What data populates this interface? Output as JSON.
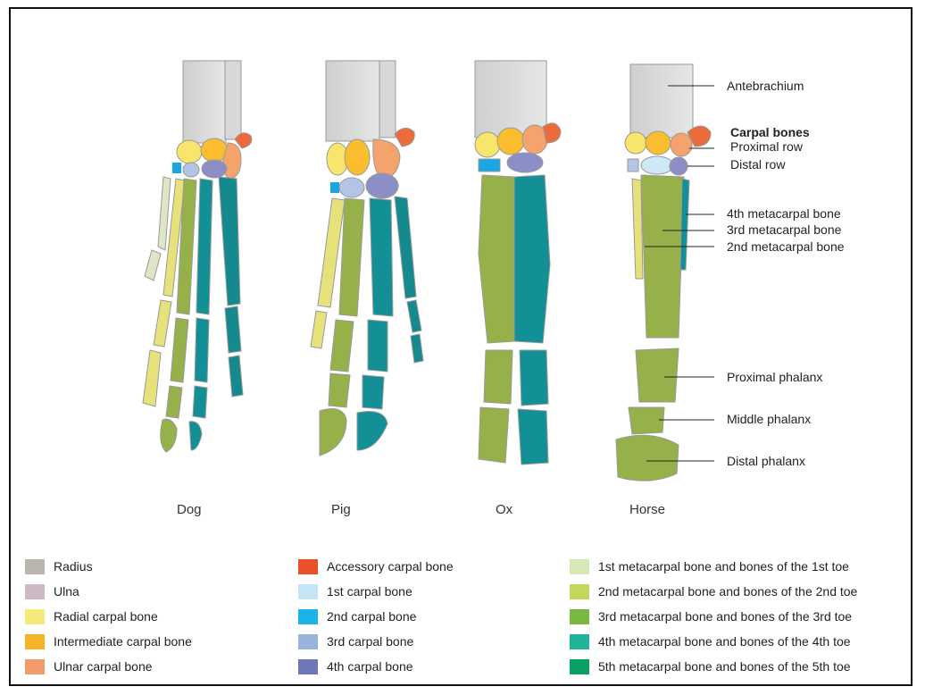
{
  "species": [
    "Dog",
    "Pig",
    "Ox",
    "Horse"
  ],
  "callouts": {
    "antebrachium": "Antebrachium",
    "carpal_bones": "Carpal bones",
    "proximal_row": "Proximal row",
    "distal_row": "Distal row",
    "mc4": "4th metacarpal bone",
    "mc3": "3rd metacarpal bone",
    "mc2": "2nd metacarpal bone",
    "proximal_phalanx": "Proximal phalanx",
    "middle_phalanx": "Middle phalanx",
    "distal_phalanx": "Distal phalanx"
  },
  "legend": [
    {
      "label": "Radius",
      "color": "#b9b7ab"
    },
    {
      "label": "Ulna",
      "color": "#cdb9c6"
    },
    {
      "label": "Radial carpal bone",
      "color": "#f4ea7c"
    },
    {
      "label": "Intermediate carpal bone",
      "color": "#f6b228"
    },
    {
      "label": "Ulnar carpal bone",
      "color": "#f29a6a"
    },
    {
      "label": "Accessory carpal bone",
      "color": "#e9512a"
    },
    {
      "label": "1st carpal bone",
      "color": "#c5e5f6"
    },
    {
      "label": "2nd carpal bone",
      "color": "#19b3ea"
    },
    {
      "label": "3rd carpal bone",
      "color": "#98b4dc"
    },
    {
      "label": "4th carpal bone",
      "color": "#6f77b6"
    },
    {
      "label": "1st metacarpal bone and bones of the 1st toe",
      "color": "#d6e8b4"
    },
    {
      "label": "2nd metacarpal bone and bones of the 2nd toe",
      "color": "#c1d85c"
    },
    {
      "label": "3rd metacarpal bone and bones of the 3rd toe",
      "color": "#79b943"
    },
    {
      "label": "4th metacarpal bone and bones of the 4th toe",
      "color": "#1fb39a"
    },
    {
      "label": "5th metacarpal bone and bones of the 5th toe",
      "color": "#0aa064"
    }
  ],
  "colors": {
    "radius": "#dcdcdc",
    "radial_carpal": "#f7e66b",
    "intermediate_carpal": "#f9bd2e",
    "ulnar_carpal": "#f5a36d",
    "accessory_carpal": "#ec6b3b",
    "carpal_1": "#cde8f7",
    "carpal_2": "#1aa6e0",
    "carpal_3": "#b4c3e6",
    "carpal_4": "#8c8fc6",
    "toe_2": "#e7e17c",
    "toe_3": "#97b14a",
    "toe_4": "#138f96",
    "toe_5": "#148a8e",
    "toe_1": "#dfe6c5",
    "outline": "#9a9a9a"
  }
}
